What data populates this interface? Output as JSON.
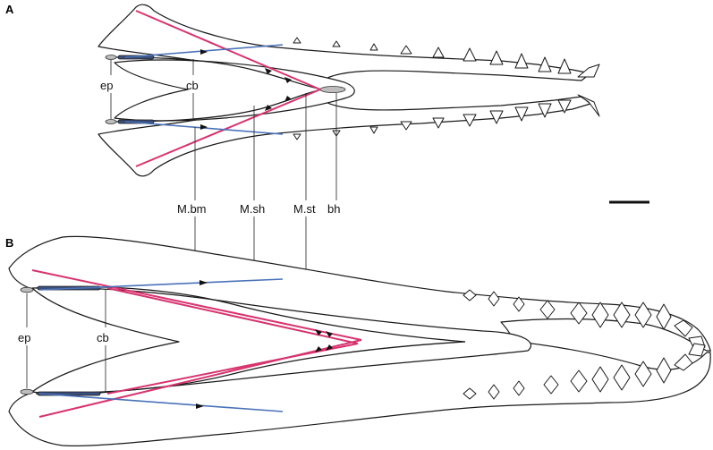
{
  "figure": {
    "panel_a_label": "A",
    "panel_b_label": "B",
    "labels": {
      "ep": "ep",
      "cb": "cb",
      "mbm": "M.bm",
      "msh": "M.sh",
      "mst": "M.st",
      "bh": "bh"
    },
    "colors": {
      "pink_line": "#d8336f",
      "blue_line": "#4a72b8",
      "outline": "#1a1a1a",
      "scale_bar": "#111111"
    }
  }
}
